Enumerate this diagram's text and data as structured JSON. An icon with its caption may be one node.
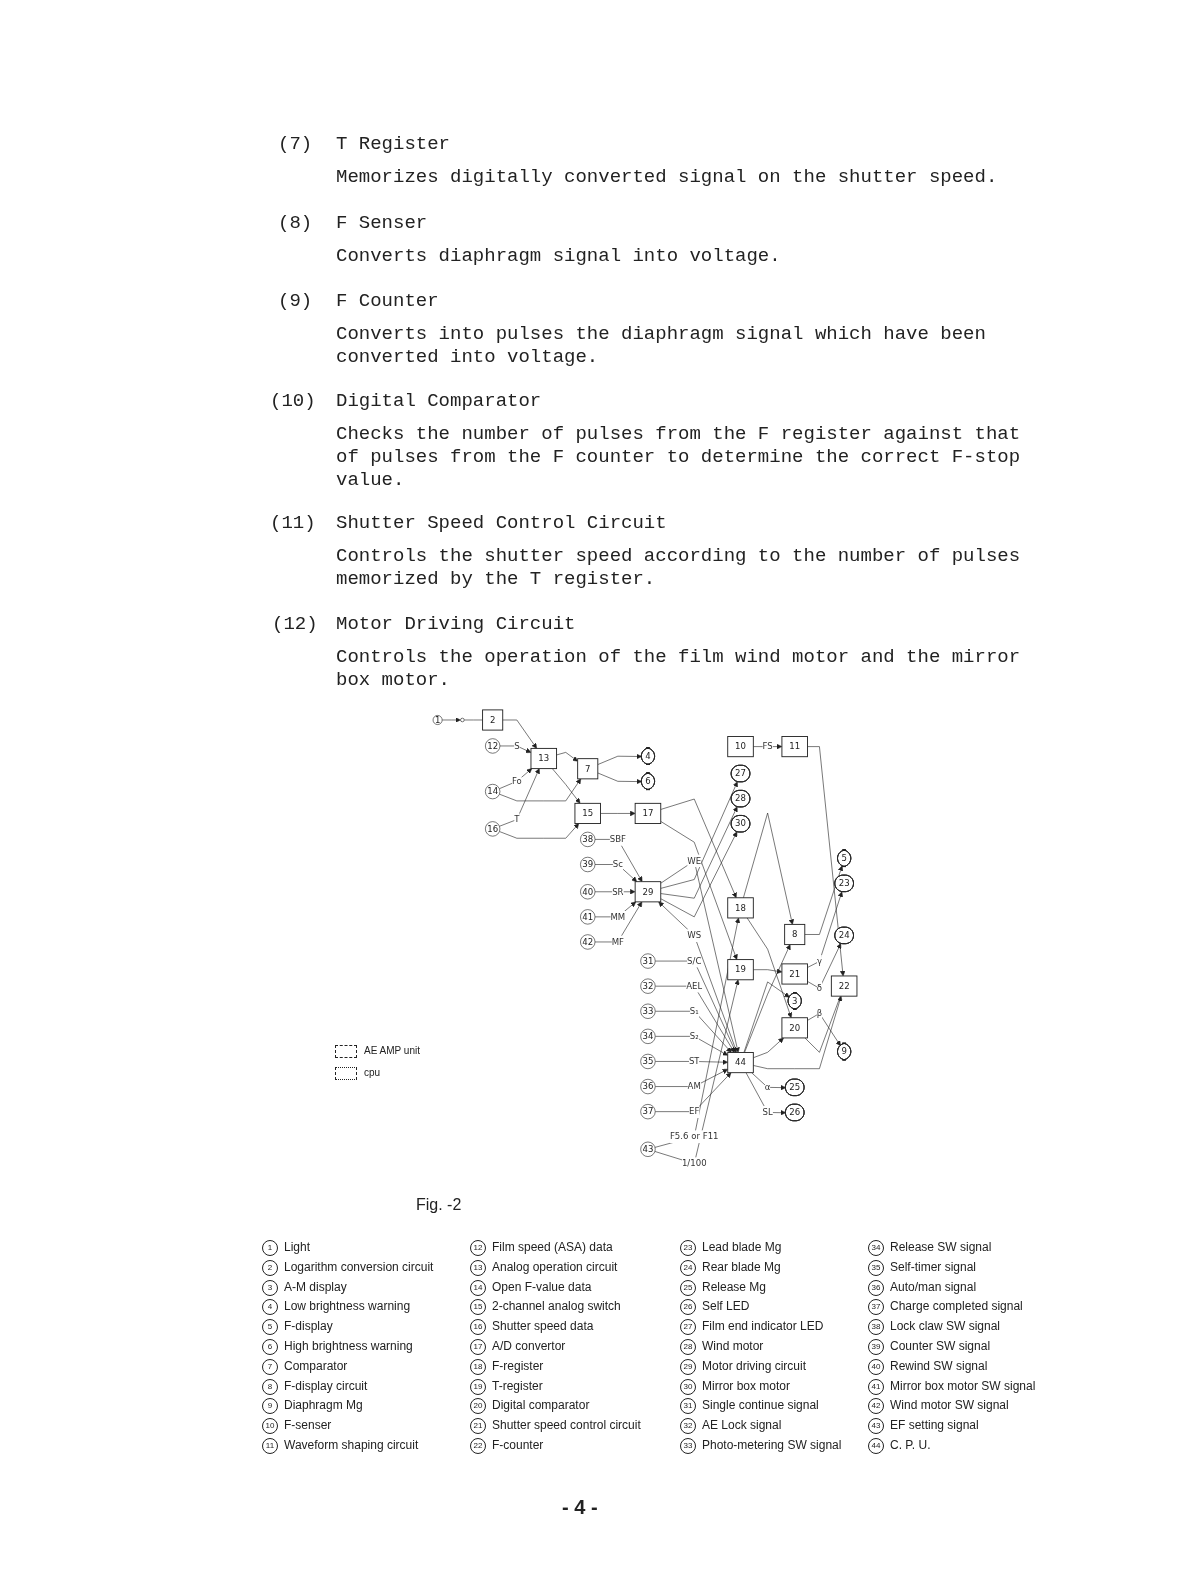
{
  "diagram": {
    "caption": "Fig. -2",
    "nodes": [
      {
        "text": [
          "1"
        ]
      },
      {
        "text": [],
        "shape": "circle"
      },
      {
        "text": [
          "2"
        ]
      },
      {
        "text": [
          "3"
        ]
      },
      {
        "text": [
          "4"
        ]
      },
      {
        "text": [
          "5"
        ]
      },
      {
        "text": [
          "6"
        ]
      },
      {
        "text": [
          "7"
        ]
      },
      {
        "text": [
          "8"
        ]
      },
      {
        "text": [
          "9"
        ]
      },
      {
        "text": [
          "10"
        ]
      },
      {
        "text": [
          "11"
        ]
      },
      {
        "text": [
          "12"
        ]
      },
      {
        "text": [
          "13"
        ]
      },
      {
        "text": [
          "14"
        ]
      },
      {
        "text": [
          "15"
        ]
      },
      {
        "text": [
          "16"
        ]
      },
      {
        "text": [
          "17"
        ]
      },
      {
        "text": [
          "18"
        ]
      },
      {
        "text": [
          "19"
        ]
      },
      {
        "text": [
          "20"
        ]
      },
      {
        "text": [
          "21"
        ]
      },
      {
        "text": [
          "22"
        ]
      },
      {
        "text": [
          "23"
        ]
      },
      {
        "text": [
          "24"
        ]
      },
      {
        "text": [
          "25"
        ]
      },
      {
        "text": [
          "26"
        ]
      },
      {
        "text": [
          "27"
        ]
      },
      {
        "text": [
          "28"
        ]
      },
      {
        "text": [
          "29"
        ]
      },
      {
        "text": [
          "30"
        ]
      },
      {
        "text": [
          "31"
        ]
      },
      {
        "text": [
          "32"
        ]
      },
      {
        "text": [
          "33"
        ]
      },
      {
        "text": [
          "34"
        ]
      },
      {
        "text": [
          "35"
        ]
      },
      {
        "text": [
          "36"
        ]
      },
      {
        "text": [
          "37"
        ]
      },
      {
        "text": [
          "38"
        ]
      },
      {
        "text": [
          "39"
        ]
      },
      {
        "text": [
          "40"
        ]
      },
      {
        "text": [
          "41"
        ]
      },
      {
        "text": [
          "42"
        ]
      },
      {
        "text": [
          "43"
        ]
      },
      {
        "text": [
          "44"
        ]
      }
    ],
    "edges": [
      {
        "from": 0,
        "to": 1,
        "arrow": "to"
      },
      {
        "from": 1,
        "to": 2,
        "arrow": "none"
      },
      {
        "from": 2,
        "to": 13,
        "arrow": "to"
      },
      {
        "from": 12,
        "to": 13,
        "arrow": "to",
        "label": "S"
      },
      {
        "from": 14,
        "to": 13,
        "arrow": "to",
        "label": "Fo"
      },
      {
        "from": 14,
        "to": 7,
        "arrow": "to"
      },
      {
        "from": 16,
        "to": 13,
        "arrow": "to",
        "label": "T"
      },
      {
        "from": 16,
        "to": 15,
        "arrow": "to"
      },
      {
        "from": 13,
        "to": 7,
        "arrow": "to"
      },
      {
        "from": 13,
        "to": 15,
        "arrow": "to"
      },
      {
        "from": 7,
        "to": 4,
        "arrow": "to"
      },
      {
        "from": 7,
        "to": 6,
        "arrow": "to"
      },
      {
        "from": 15,
        "to": 17,
        "arrow": "to"
      },
      {
        "from": 17,
        "to": 18,
        "arrow": "to"
      },
      {
        "from": 17,
        "to": 19,
        "arrow": "to"
      },
      {
        "from": 18,
        "to": 8,
        "arrow": "to"
      },
      {
        "from": 8,
        "to": 5,
        "arrow": "to"
      },
      {
        "from": 18,
        "to": 20,
        "arrow": "to"
      },
      {
        "from": 43,
        "to": 18,
        "arrow": "to",
        "label": "F5.6 or F11"
      },
      {
        "from": 43,
        "to": 19,
        "arrow": "to",
        "label": "1/100"
      },
      {
        "from": 44,
        "to": 3,
        "arrow": "to"
      },
      {
        "from": 44,
        "to": 8,
        "arrow": "to"
      },
      {
        "from": 44,
        "to": 20,
        "arrow": "to"
      },
      {
        "from": 44,
        "to": 22,
        "arrow": "to"
      },
      {
        "from": 19,
        "to": 21,
        "arrow": "to"
      },
      {
        "from": 20,
        "to": 9,
        "arrow": "to",
        "label": "β"
      },
      {
        "from": 20,
        "to": 22,
        "arrow": "none"
      },
      {
        "from": 10,
        "to": 11,
        "arrow": "to",
        "label": "FS"
      },
      {
        "from": 11,
        "to": 22,
        "arrow": "to"
      },
      {
        "from": 21,
        "to": 23,
        "arrow": "to",
        "label": "γ"
      },
      {
        "from": 21,
        "to": 24,
        "arrow": "to",
        "label": "δ"
      },
      {
        "from": 44,
        "to": 25,
        "arrow": "to",
        "label": "α"
      },
      {
        "from": 44,
        "to": 26,
        "arrow": "to",
        "label": "SL"
      },
      {
        "from": 44,
        "to": 29,
        "arrow": "to",
        "label": "WS"
      },
      {
        "from": 29,
        "to": 44,
        "arrow": "to",
        "label": "WE"
      },
      {
        "from": 29,
        "to": 27,
        "arrow": "to"
      },
      {
        "from": 29,
        "to": 28,
        "arrow": "to"
      },
      {
        "from": 29,
        "to": 30,
        "arrow": "to"
      },
      {
        "from": 31,
        "to": 44,
        "arrow": "to",
        "label": "S/C"
      },
      {
        "from": 32,
        "to": 44,
        "arrow": "to",
        "label": "AEL"
      },
      {
        "from": 33,
        "to": 44,
        "arrow": "to",
        "label": "S₁"
      },
      {
        "from": 34,
        "to": 44,
        "arrow": "to",
        "label": "S₂"
      },
      {
        "from": 35,
        "to": 44,
        "arrow": "to",
        "label": "ST"
      },
      {
        "from": 36,
        "to": 44,
        "arrow": "to",
        "label": "AM"
      },
      {
        "from": 37,
        "to": 44,
        "arrow": "to",
        "label": "EF"
      },
      {
        "from": 38,
        "to": 29,
        "arrow": "to",
        "label": "SBF"
      },
      {
        "from": 39,
        "to": 29,
        "arrow": "to",
        "label": "Sc"
      },
      {
        "from": 40,
        "to": 29,
        "arrow": "to",
        "label": "SR"
      },
      {
        "from": 41,
        "to": 29,
        "arrow": "to",
        "label": "MM"
      },
      {
        "from": 42,
        "to": 29,
        "arrow": "to",
        "label": "MF"
      }
    ],
    "labels": [
      "(7)",
      "T Register",
      "Memorizes digitally converted signal on the shutter speed.",
      "(8)",
      "F Senser",
      "Converts diaphragm signal into voltage.",
      "(9)",
      "F Counter",
      "Converts into pulses the diaphragm signal which have been converted into voltage.",
      "(10)",
      "Digital Comparator",
      "Checks the number of pulses from the F register against that of pulses from the F counter to determine the correct F-stop value.",
      "(11)",
      "Shutter Speed Control Circuit",
      "Controls the shutter speed according to the number of pulses memorized by the T register.",
      "(12)",
      "Motor Driving Circuit",
      "Controls the operation of the film wind motor and the mirror box motor.",
      "1",
      "Light",
      "2",
      "Logarithm conversion circuit",
      "3",
      "A-M display",
      "4",
      "Low brightness warning",
      "5",
      "F-display",
      "6",
      "High brightness warning",
      "7",
      "Comparator",
      "8",
      "F-display circuit",
      "9",
      "Diaphragm Mg",
      "10",
      "F-senser",
      "11",
      "Waveform shaping circuit",
      "12",
      "Film speed (ASA) data",
      "13",
      "Analog operation circuit",
      "14",
      "Open F-value data",
      "15",
      "2-channel analog switch",
      "16",
      "Shutter speed data",
      "17",
      "A/D convertor",
      "18",
      "F-register",
      "19",
      "T-register",
      "20",
      "Digital comparator",
      "21",
      "Shutter speed control circuit",
      "22",
      "F-counter",
      "23",
      "Lead blade Mg",
      "24",
      "Rear blade Mg",
      "25",
      "Release Mg",
      "26",
      "Self LED",
      "27",
      "Film end indicator LED",
      "28",
      "Wind motor",
      "29",
      "Motor driving circuit",
      "30",
      "Mirror box motor",
      "31",
      "Single continue signal",
      "32",
      "AE Lock signal",
      "33",
      "Photo-metering SW signal",
      "34",
      "Release SW signal",
      "35",
      "Self-timer signal",
      "36",
      "Auto/man signal",
      "37",
      "Charge completed signal",
      "38",
      "Lock claw SW signal",
      "39",
      "Counter SW signal",
      "40",
      "Rewind SW signal",
      "41",
      "Mirror box motor SW signal",
      "42",
      "Wind motor SW signal",
      "43",
      "EF setting signal",
      "44",
      "C. P. U.",
      "- 4 -"
    ],
    "legend": [
      {
        "text": "AE AMP unit"
      },
      {
        "text": "cpu"
      }
    ]
  }
}
